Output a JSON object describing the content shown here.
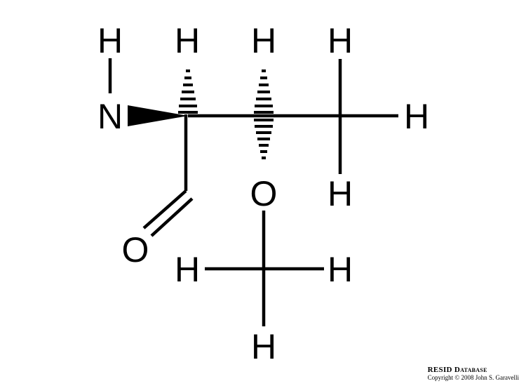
{
  "molecule": {
    "atoms": {
      "h_amine": "H",
      "n": "N",
      "h_ca": "H",
      "h_cb": "H",
      "h_methyl_top": "H",
      "h_methyl_right": "H",
      "h_methyl_bottom": "H",
      "o_carbonyl": "O",
      "o_ether": "O",
      "h_methoxy_left": "H",
      "h_methoxy_right": "H",
      "h_methoxy_bottom": "H"
    }
  },
  "credit": {
    "title": "RESID Database",
    "copyright": "Copyright © 2008 John S. Garavelli"
  }
}
